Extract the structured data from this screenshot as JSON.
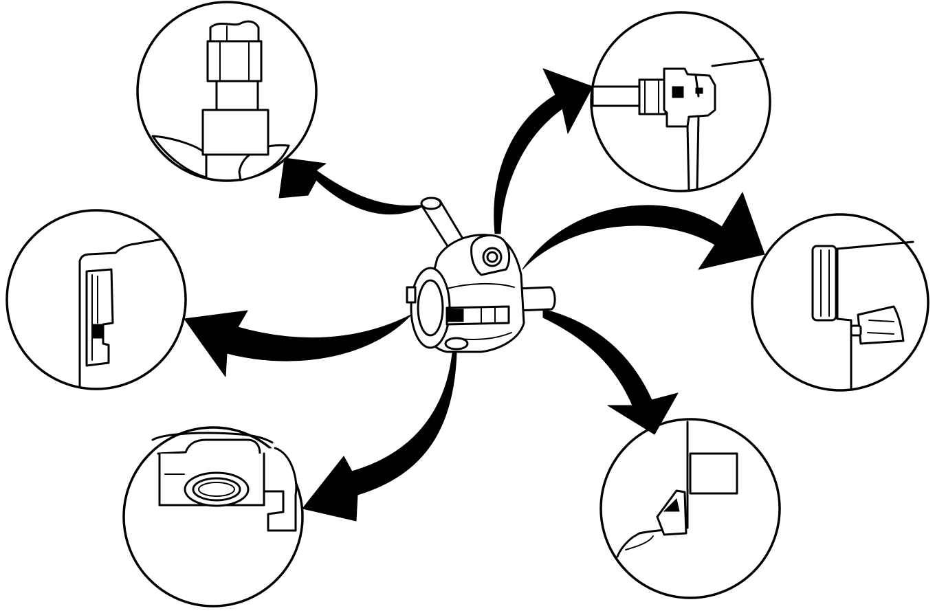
{
  "figure": {
    "description_visible_text": "",
    "colors": {
      "ink": "#000000",
      "paper": "#ffffff"
    },
    "parts": {
      "center": "power-steering-pump",
      "details": [
        "pipe-fitting-top-left",
        "bracket-left",
        "mounting-boss-bottom-left",
        "union-fitting-top-right",
        "seal-right",
        "bracket-bottom-right"
      ]
    }
  }
}
